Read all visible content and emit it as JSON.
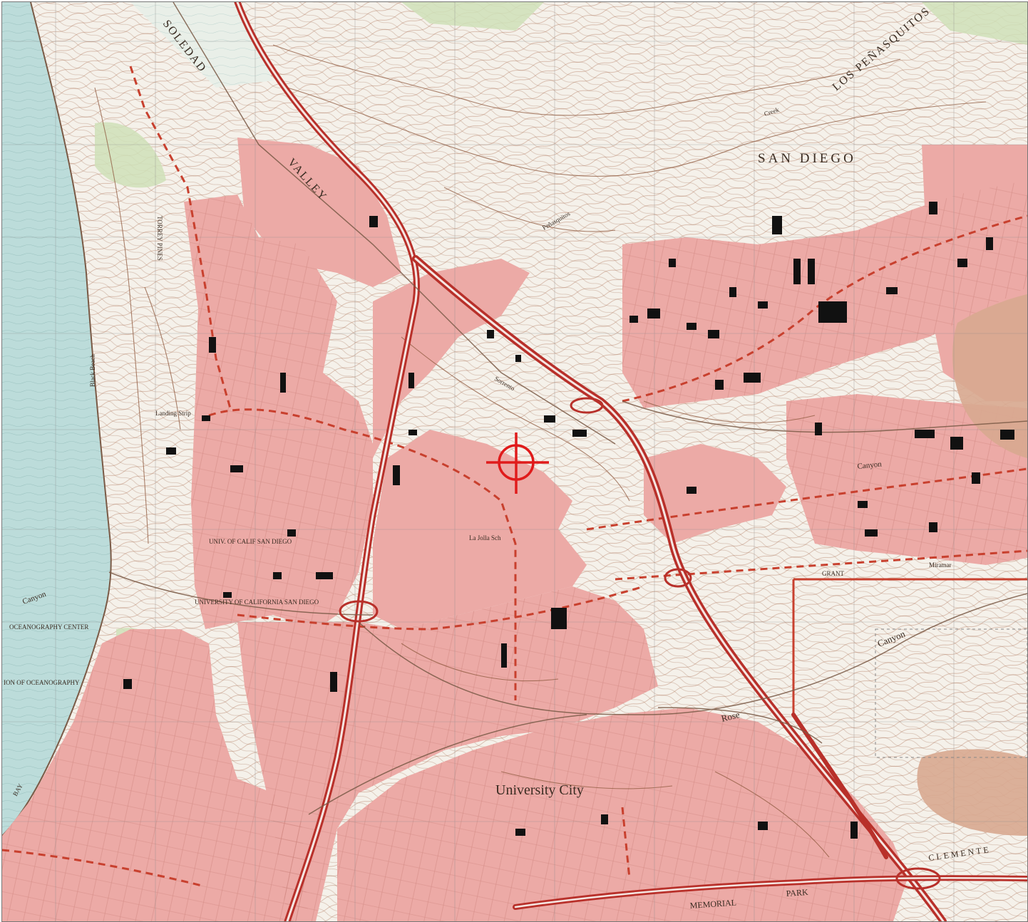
{
  "map": {
    "type": "topographic-quadrangle",
    "colors": {
      "ocean": "#bcdcda",
      "land": "#f5f1ea",
      "urban": "#ecaaa6",
      "urban_dense": "#e69a96",
      "contour": "#b0765a",
      "contour_index": "#8f5a3f",
      "vegetation": "#cfe0b8",
      "freeway": "#b8302a",
      "boundary": "#c8402e",
      "building": "#111111",
      "grid": "#8a8a8a",
      "marker": "#e01b1b",
      "orchard": "#d8a890"
    },
    "labels": {
      "san_diego": "SAN DIEGO",
      "university_city": "University City",
      "soledad_valley": "VALLEY",
      "soledad_top": "SOLEDAD",
      "los_penasquitos": "LOS PEÑASQUITOS",
      "memorial_park": "MEMORIAL",
      "park": "PARK",
      "rose_canyon": "Rose",
      "canyon_east": "Canyon",
      "canyon_west": "Canyon",
      "canyon_mid": "Canyon",
      "miramar": "Miramar",
      "unit_of_calif": "UNIV. OF CALIF SAN DIEGO",
      "oceanographic": "OCEANOGRAPHY CENTER",
      "scripps": "ION OF OCEANOGRAPHY",
      "la_jolla_sch": "La Jolla Sch",
      "landing_strip": "Landing Strip",
      "torrey_pines": "TORREY PINES",
      "creek": "Creek",
      "grant": "GRANT",
      "bay": "BAY",
      "clemente": "CLEMENTE",
      "sorrento": "Sorrento",
      "penasquitos_creek": "Peñasquitos",
      "university": "UNIVERSITY OF CALIFORNIA SAN DIEGO",
      "beach": "Black Beach"
    },
    "marker": {
      "name": "location-crosshair",
      "center_fraction": [
        0.5,
        0.5
      ]
    }
  }
}
